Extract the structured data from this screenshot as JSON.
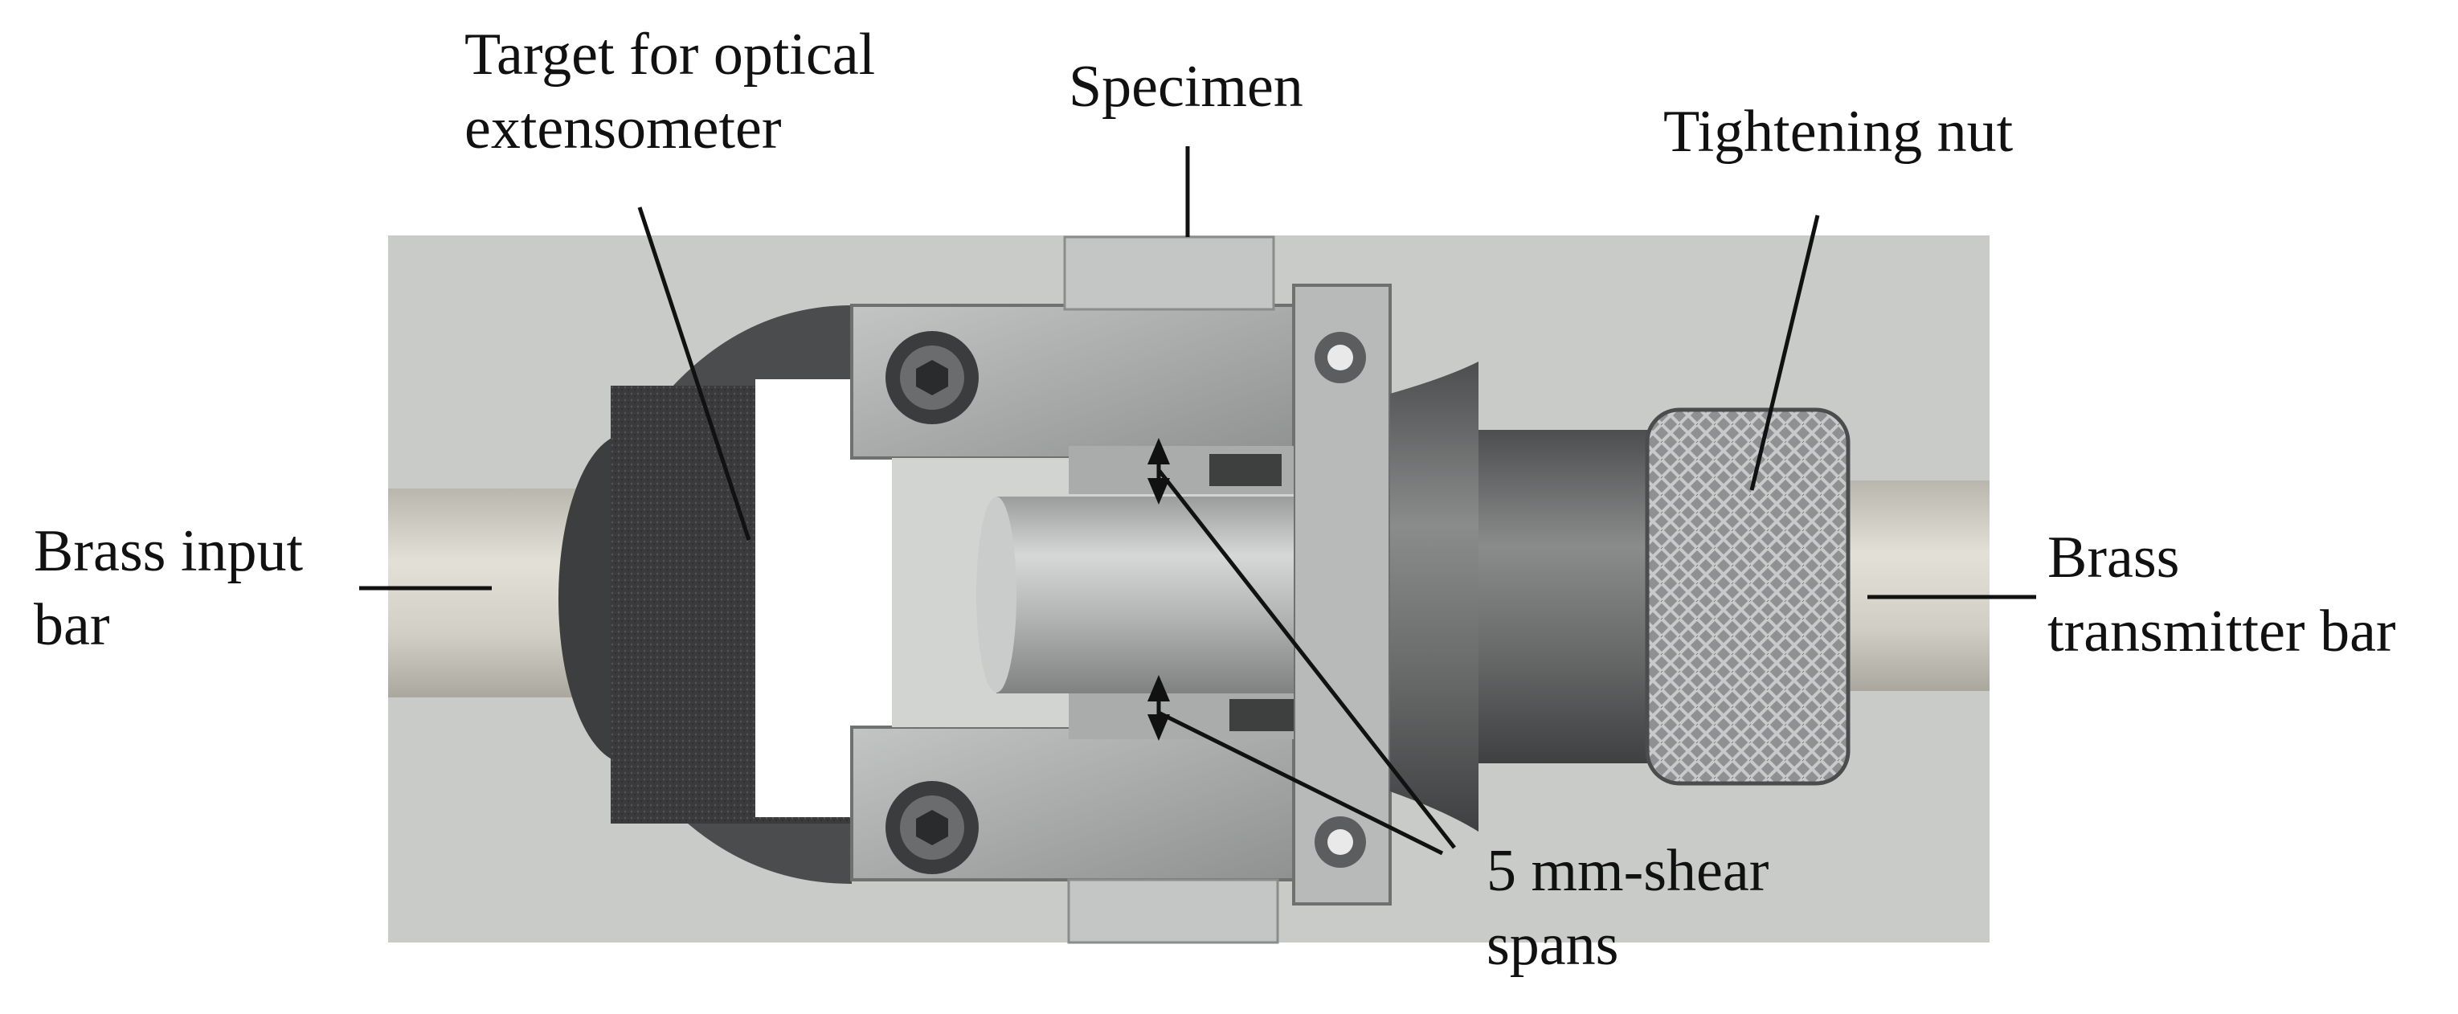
{
  "labels": {
    "target": [
      "Target for optical",
      "extensometer"
    ],
    "specimen": "Specimen",
    "tightening_nut": "Tightening nut",
    "input_bar": [
      "Brass input",
      "bar"
    ],
    "transmitter_bar": [
      "Brass",
      "transmitter bar"
    ],
    "shear_spans": [
      "5 mm-shear",
      "spans"
    ]
  },
  "colors": {
    "background": "#c9cbc8",
    "brass_bar": "#d8d6cd",
    "metal": "#a3a6a5",
    "dark_metal": "#5a5c5d",
    "target_pad": "#3c3c3e",
    "white_target": "#ffffff",
    "leader_line": "#111111"
  }
}
